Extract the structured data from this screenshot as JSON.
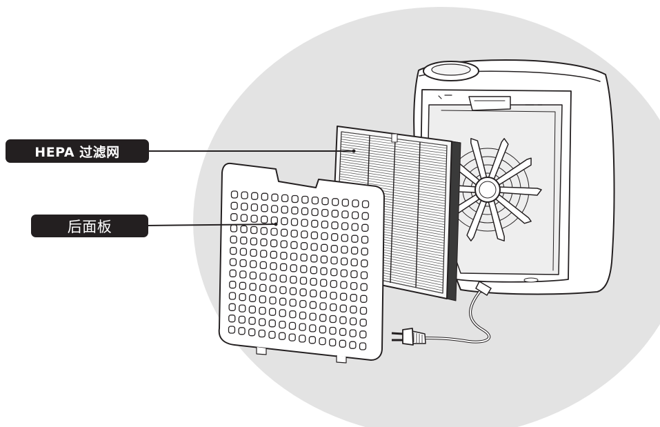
{
  "callouts": [
    {
      "id": "hepa-filter",
      "text": "HEPA 过滤网"
    },
    {
      "id": "rear-panel",
      "text": "后面板"
    }
  ],
  "colors": {
    "background_ellipse": "#e3e3e3",
    "label_fill": "#231f20",
    "label_text": "#ffffff",
    "outline": "#231f20",
    "device_body": "#ffffff",
    "device_interior": "#eeeeee"
  },
  "icons": [
    "hepa-filter",
    "rear-panel-grille",
    "air-purifier-unit",
    "fan-blades",
    "power-plug",
    "power-cord"
  ]
}
